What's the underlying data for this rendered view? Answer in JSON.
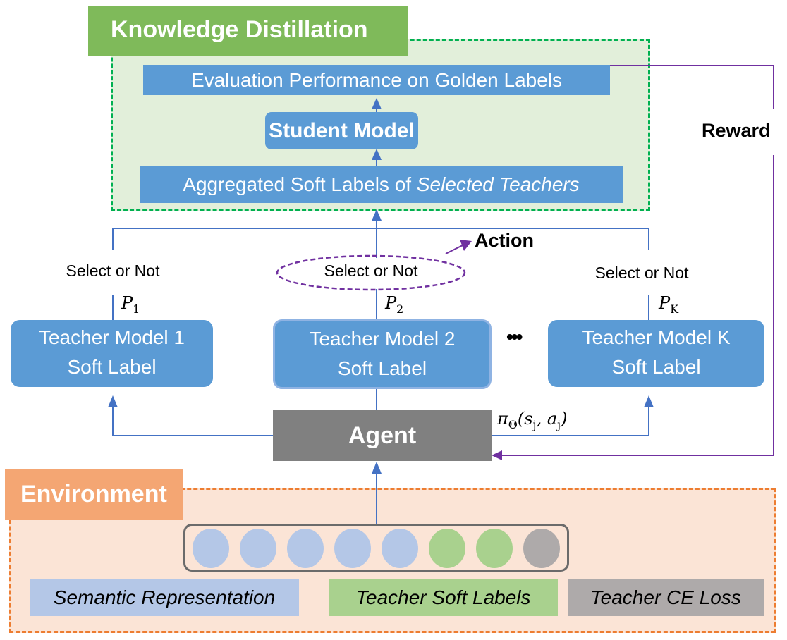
{
  "knowledge_distillation": {
    "title": "Knowledge Distillation",
    "evaluation_label": "Evaluation Performance on Golden Labels",
    "student_label": "Student Model",
    "aggregated_prefix": "Aggregated Soft Labels of ",
    "aggregated_emphasis": "Selected Teachers"
  },
  "reward_label": "Reward",
  "action_label": "Action",
  "selections": [
    {
      "label": "Select or Not",
      "prob_base": "P",
      "prob_sub": "1"
    },
    {
      "label": "Select or Not",
      "prob_base": "P",
      "prob_sub": "2"
    },
    {
      "label": "Select or Not",
      "prob_base": "P",
      "prob_sub": "K"
    }
  ],
  "teachers": [
    {
      "line1": "Teacher Model 1",
      "line2": "Soft Label"
    },
    {
      "line1": "Teacher Model 2",
      "line2": "Soft Label"
    },
    {
      "line1": "Teacher Model K",
      "line2": "Soft Label"
    }
  ],
  "ellipsis": "•••",
  "agent_label": "Agent",
  "policy_label": "πθ(sj, aj)",
  "policy": {
    "pi": "π",
    "theta": "Θ",
    "args": "(s",
    "j1": "j",
    "mid": ", a",
    "j2": "j",
    "close": ")"
  },
  "environment": {
    "title": "Environment",
    "state_vector": [
      "semantic",
      "semantic",
      "semantic",
      "semantic",
      "semantic",
      "soft-label",
      "soft-label",
      "ce-loss"
    ],
    "legend": [
      {
        "label": "Semantic Representation",
        "kind": "semantic"
      },
      {
        "label": "Teacher Soft Labels",
        "kind": "soft-label"
      },
      {
        "label": "Teacher CE Loss",
        "kind": "ce-loss"
      }
    ]
  },
  "colors": {
    "semantic": "#b4c7e7",
    "soft-label": "#a9d18e",
    "ce-loss": "#aeaaaa",
    "blue_box": "#5b9bd5",
    "arrow_blue": "#4472c4",
    "reward_purple": "#7030a0",
    "kd_green": "#7fba5a",
    "env_orange": "#f4a673"
  }
}
